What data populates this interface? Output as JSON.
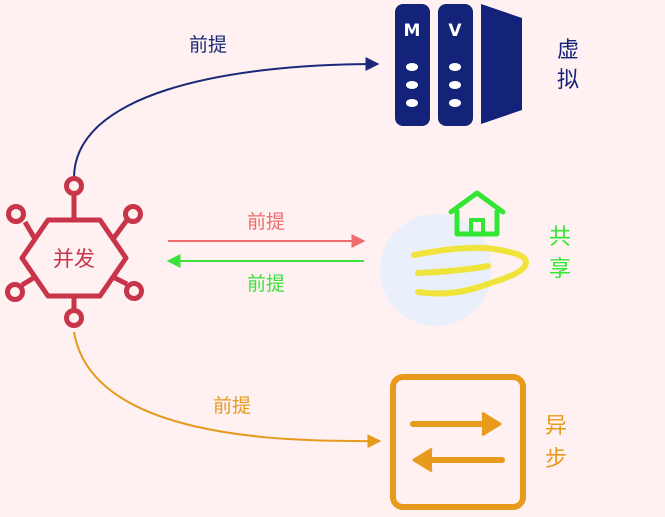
{
  "center": {
    "label": "并发",
    "color": "#c8354b"
  },
  "edges": {
    "to_virtual": {
      "label": "前提",
      "color": "#1a2a78"
    },
    "to_shared": {
      "label": "前提",
      "color": "#ef6c6c"
    },
    "from_shared": {
      "label": "前提",
      "color": "#3ee03e"
    },
    "to_async": {
      "label": "前提",
      "color": "#e59a1e"
    }
  },
  "nodes": {
    "virtual": {
      "title_line1": "虚",
      "title_line2": "拟",
      "server_letters": [
        "M",
        "V"
      ],
      "color": "#14237a",
      "icon": "server-rack-icon"
    },
    "shared": {
      "title_line1": "共",
      "title_line2": "享",
      "color": "#33e633",
      "hand_color": "#f0e43c",
      "icon": "hand-house-icon"
    },
    "async": {
      "title_line1": "异",
      "title_line2": "步",
      "color": "#e89a1c",
      "icon": "swap-arrows-icon"
    }
  }
}
